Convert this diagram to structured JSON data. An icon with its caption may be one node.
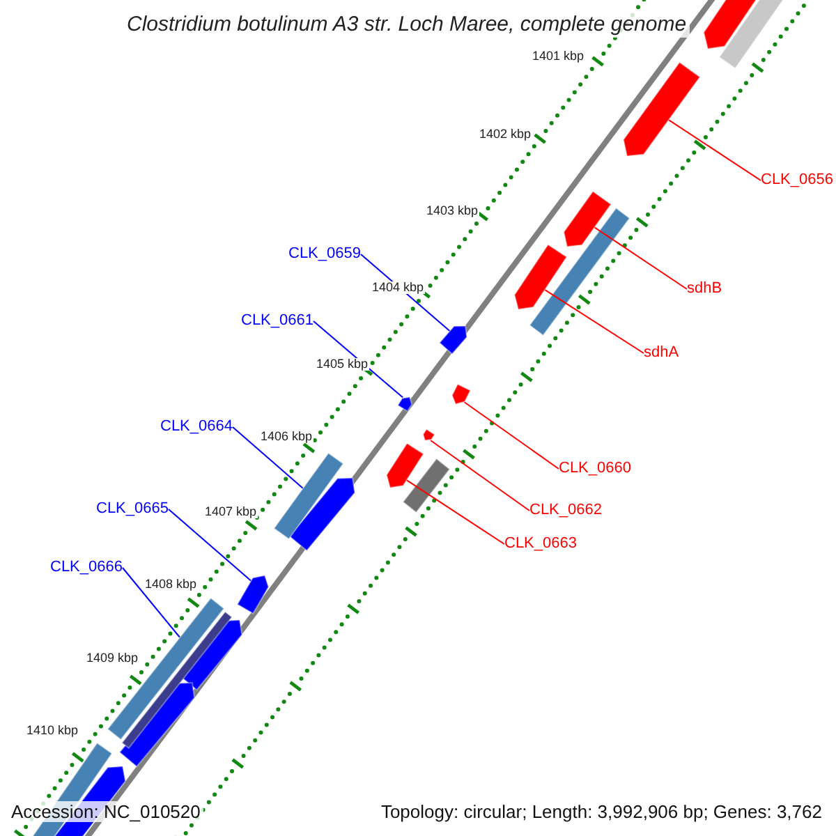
{
  "diagram": {
    "title": "Clostridium botulinum A3 str. Loch Maree, complete genome",
    "nodes": [
      {
        "text": [
          "CLK_0656"
        ]
      },
      {
        "text": [
          "CLK_0659"
        ]
      },
      {
        "text": [
          "sdhB"
        ]
      },
      {
        "text": [
          "CLK_0661"
        ]
      },
      {
        "text": [
          "sdhA"
        ]
      },
      {
        "text": [
          "CLK_0664"
        ]
      },
      {
        "text": [
          "CLK_0660"
        ]
      },
      {
        "text": [
          "CLK_0665"
        ]
      },
      {
        "text": [
          "CLK_0662"
        ]
      },
      {
        "text": [
          "CLK_0663"
        ]
      },
      {
        "text": [
          "CLK_0666"
        ]
      },
      {
        "text": [],
        "shape": "arrow"
      },
      {
        "text": [],
        "shape": "arrow"
      },
      {
        "text": [],
        "shape": "arrow"
      },
      {
        "text": [],
        "shape": "arrow"
      },
      {
        "text": [],
        "shape": "arrow"
      },
      {
        "text": [],
        "shape": "arrow"
      },
      {
        "text": [],
        "shape": "arrow"
      },
      {
        "text": [],
        "shape": "arrow"
      },
      {
        "text": [],
        "shape": "bar"
      },
      {
        "text": [],
        "shape": "arrow"
      },
      {
        "text": [],
        "shape": "bar"
      }
    ],
    "edges": [
      {
        "from": 0,
        "to": 11,
        "arrow": "none"
      },
      {
        "from": 1,
        "to": 14,
        "arrow": "none",
        "color": "#0000ff"
      },
      {
        "from": 2,
        "to": 12,
        "arrow": "none"
      },
      {
        "from": 3,
        "to": 16,
        "arrow": "none",
        "color": "#0000ff"
      },
      {
        "from": 4,
        "to": 13,
        "arrow": "none"
      },
      {
        "from": 5,
        "to": 19,
        "arrow": "none",
        "color": "#0000ff"
      },
      {
        "from": 6,
        "to": 15,
        "arrow": "none"
      },
      {
        "from": 7,
        "to": 20,
        "arrow": "none",
        "color": "#0000ff"
      },
      {
        "from": 8,
        "to": 17,
        "arrow": "none"
      },
      {
        "from": 9,
        "to": 18,
        "arrow": "none"
      },
      {
        "from": 10,
        "to": 21,
        "arrow": "none",
        "color": "#0000ff"
      }
    ],
    "labels": [
      "1401 kbp",
      "1402 kbp",
      "1403 kbp",
      "1404 kbp",
      "1405 kbp",
      "1406 kbp",
      "1407 kbp",
      "1408 kbp",
      "1409 kbp",
      "1410 kbp",
      "Accession: NC_010520",
      "Topology: circular; Length: 3,992,906 bp; Genes: 3,762"
    ]
  }
}
